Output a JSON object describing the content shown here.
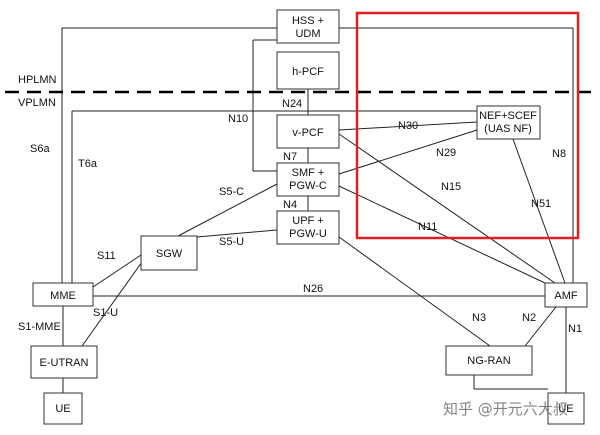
{
  "diagram": {
    "nodes": {
      "hss_udm": [
        "HSS +",
        "UDM"
      ],
      "h_pcf": [
        "h-PCF"
      ],
      "v_pcf": [
        "v-PCF"
      ],
      "smf_pgwc": [
        "SMF +",
        "PGW-C"
      ],
      "upf_pgwu": [
        "UPF +",
        "PGW-U"
      ],
      "nef_scef": [
        "NEF+SCEF",
        "(UAS NF)"
      ],
      "sgw": [
        "SGW"
      ],
      "mme": [
        "MME"
      ],
      "amf": [
        "AMF"
      ],
      "e_utran": [
        "E-UTRAN"
      ],
      "ng_ran": [
        "NG-RAN"
      ],
      "ue_left": [
        "UE"
      ],
      "ue_right": [
        "UE"
      ]
    },
    "plmn_labels": {
      "home": "HPLMN",
      "visited": "VPLMN"
    },
    "interfaces": {
      "s6a": "S6a",
      "t6a": "T6a",
      "n10": "N10",
      "n24": "N24",
      "n30": "N30",
      "n29": "N29",
      "n8": "N8",
      "n7": "N7",
      "n4": "N4",
      "n15": "N15",
      "n51": "N51",
      "n11": "N11",
      "s5c": "S5-C",
      "s5u": "S5-U",
      "s11": "S11",
      "s1u": "S1-U",
      "s1mme": "S1-MME",
      "n26": "N26",
      "n3": "N3",
      "n2": "N2",
      "n1": "N1"
    },
    "highlight_color": "#e02020"
  },
  "watermark": "知乎 @开元六大叔"
}
